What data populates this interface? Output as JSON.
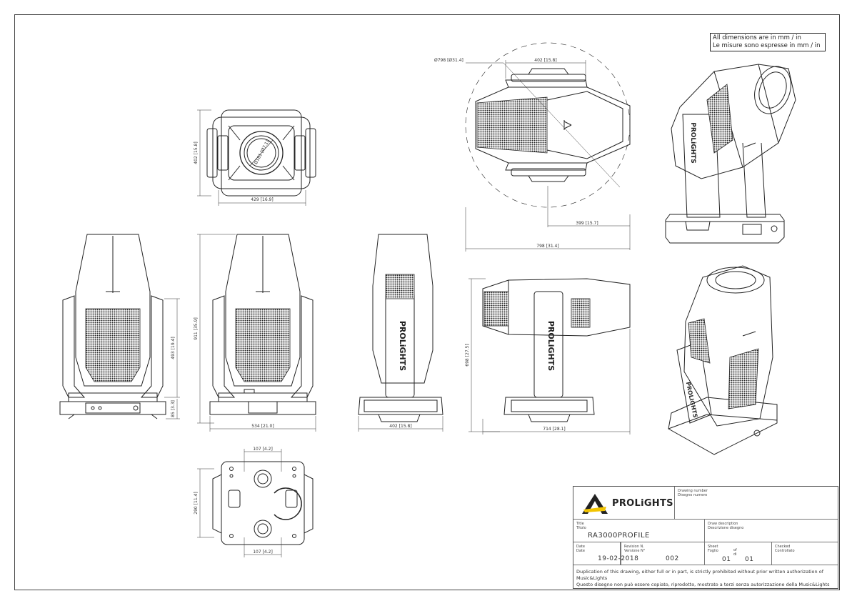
{
  "note": {
    "line1": "All dimensions are in mm / in",
    "line2": "Le misure sono espresse in mm / in"
  },
  "dimensions": {
    "top_height": "402 [15.8]",
    "top_width": "429 [16.9]",
    "lens_diameter": "Ø181 [Ø7.1]",
    "swing_diameter": "Ø798 [Ø31.4]",
    "top_yoke_width": "402 [15.8]",
    "side_half_length": "399 [15.7]",
    "side_total_length": "798 [31.4]",
    "front_height_upper": "493 [19.4]",
    "front_base_height": "85 [3.3]",
    "total_height": "911 [35.9]",
    "front_width": "534 [21.0]",
    "side_width": "402 [15.8]",
    "tilted_height": "698 [27.5]",
    "tilted_length": "714 [28.1]",
    "bottom_top_spacing": "107 [4.2]",
    "bottom_height": "290 [11.4]",
    "bottom_bottom_spacing": "107 [4.2]"
  },
  "branding": {
    "logo_text": "PROLiGHTS",
    "side_text": "PROLiGHTS"
  },
  "title_block": {
    "drawing_number_label_en": "Drawing number",
    "drawing_number_label_it": "Disegno numero",
    "title_label_en": "Title",
    "title_label_it": "Titolo",
    "title_value": "RA3000PROFILE",
    "description_label_en": "Draw description",
    "description_label_it": "Descrizione disegno",
    "date_label_en": "Date",
    "date_label_it": "Date",
    "date_value": "19-02-2018",
    "revision_label_en": "Revision N.",
    "revision_label_it": "Versione N°",
    "revision_value": "002",
    "sheet_label_en": "Sheet",
    "sheet_label_it": "Foglio",
    "of_label_en": "of",
    "of_label_it": "di",
    "sheet_value": "01",
    "of_value": "01",
    "checked_label_en": "Checked",
    "checked_label_it": "Controllato",
    "footer_en": "Duplication of this drawing, either full or in part, is strictly prohibited without prior written authorization of Music&Lights",
    "footer_it": "Questo disegno non può essere copiato, riprodotto, mostrato a terzi senza autorizzazione della Music&Lights"
  }
}
